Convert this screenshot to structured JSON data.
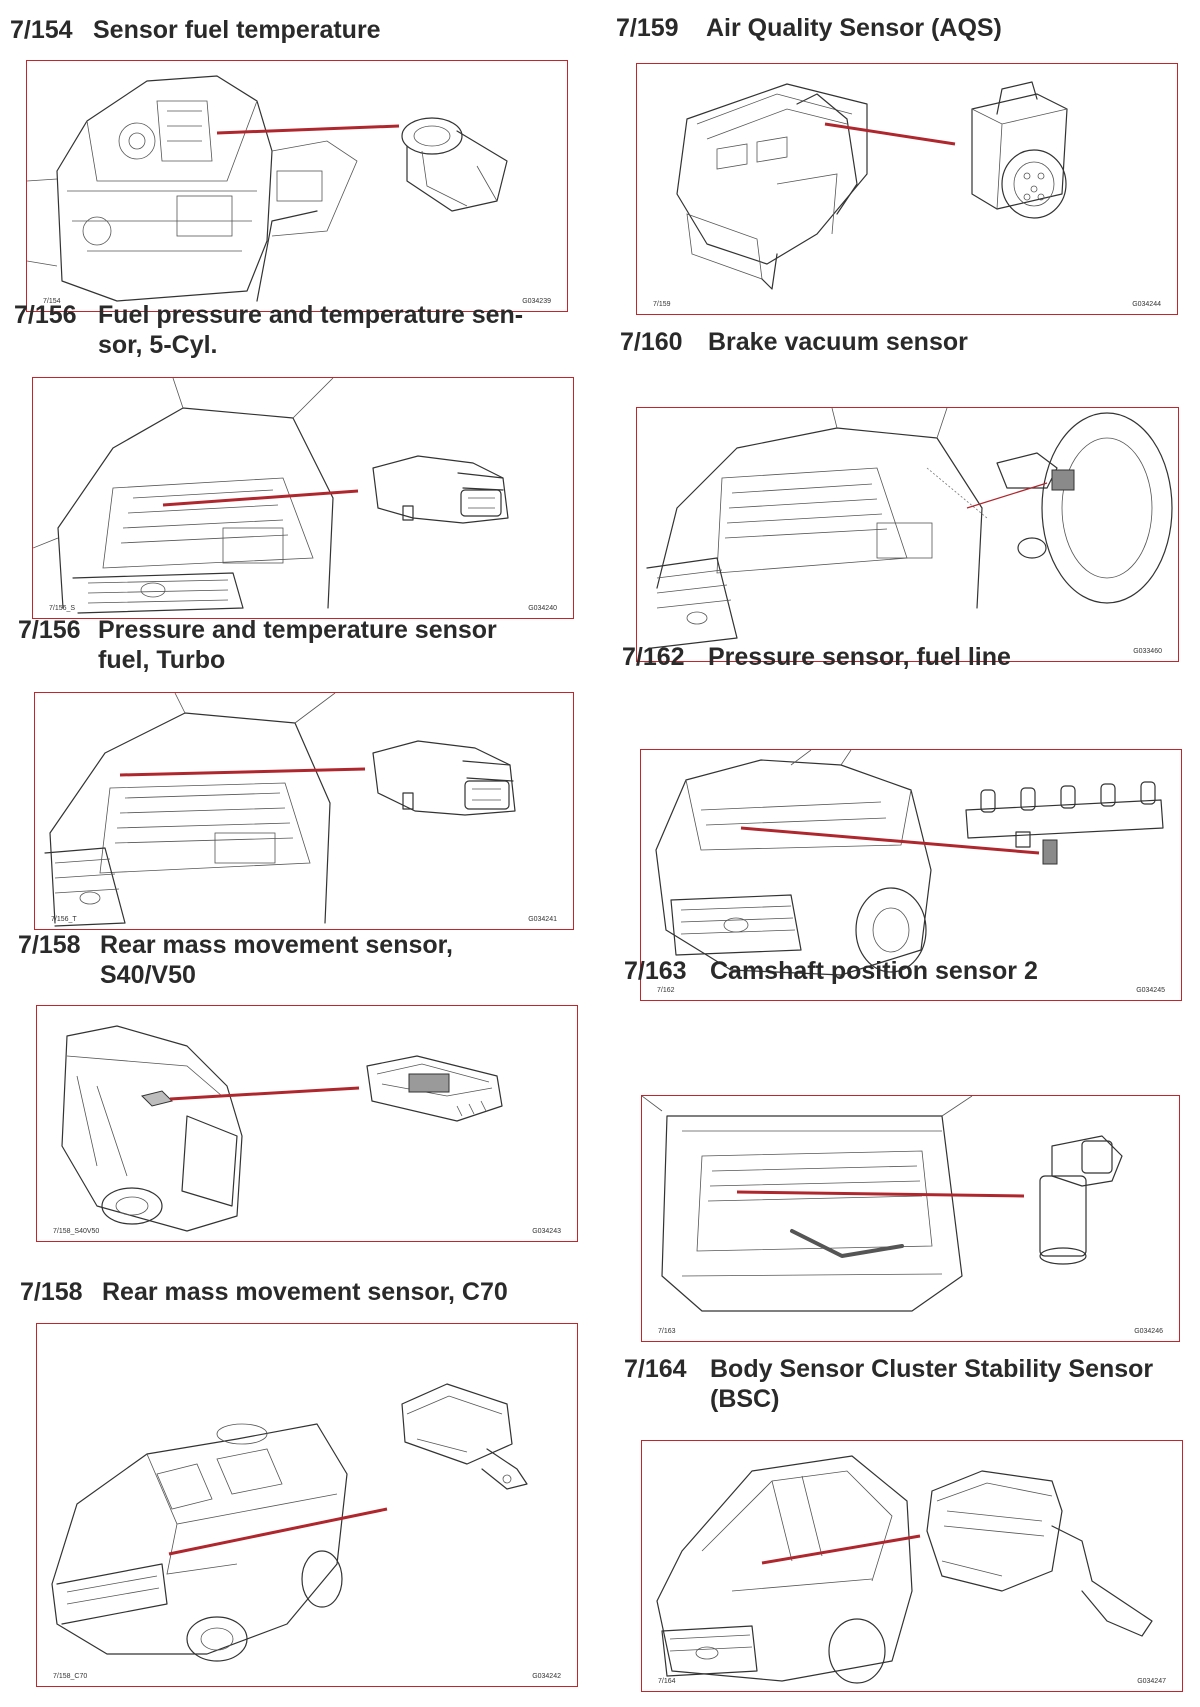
{
  "sections": [
    {
      "num": "7/154",
      "title": [
        "Sensor fuel temperature"
      ],
      "caption_left": "7/154",
      "caption_right": "G034239",
      "illustration": "engine-with-sensor"
    },
    {
      "num": "7/156",
      "title": [
        "Fuel pressure and temperature sen-",
        "sor, 5-Cyl."
      ],
      "caption_left": "7/156_S",
      "caption_right": "G034240",
      "illustration": "engine-bay-with-connector-sensor"
    },
    {
      "num": "7/156",
      "title": [
        "Pressure and temperature sensor",
        "fuel, Turbo"
      ],
      "caption_left": "7/156_T",
      "caption_right": "G034241",
      "illustration": "engine-bay-with-connector-sensor"
    },
    {
      "num": "7/158",
      "title": [
        "Rear mass movement sensor,",
        "S40/V50"
      ],
      "caption_left": "7/158_S40V50",
      "caption_right": "G034243",
      "illustration": "wagon-rear-with-module"
    },
    {
      "num": "7/158",
      "title": [
        "Rear mass movement sensor, C70"
      ],
      "caption_left": "7/158_C70",
      "caption_right": "G034242",
      "illustration": "convertible-with-module"
    },
    {
      "num": "7/159",
      "title": [
        "Air Quality Sensor (AQS)"
      ],
      "caption_left": "7/159",
      "caption_right": "G034244",
      "illustration": "hvac-unit-with-sensor"
    },
    {
      "num": "7/160",
      "title": [
        "Brake vacuum sensor"
      ],
      "caption_left": "",
      "caption_right": "G033460",
      "illustration": "engine-bay-with-brake-booster"
    },
    {
      "num": "7/162",
      "title": [
        "Pressure sensor, fuel line"
      ],
      "caption_left": "7/162",
      "caption_right": "G034245",
      "illustration": "car-front-with-fuel-rail"
    },
    {
      "num": "7/163",
      "title": [
        "Camshaft position sensor 2"
      ],
      "caption_left": "7/163",
      "caption_right": "G034246",
      "illustration": "engine-bay-with-cam-sensor"
    },
    {
      "num": "7/164",
      "title": [
        "Body Sensor Cluster Stability Sensor",
        "(BSC)"
      ],
      "caption_left": "7/164",
      "caption_right": "G034247",
      "illustration": "car-with-stability-module"
    }
  ],
  "colors": {
    "frame": "#c0262c",
    "pointer": "#b0262d",
    "text": "#2a2a2a"
  }
}
